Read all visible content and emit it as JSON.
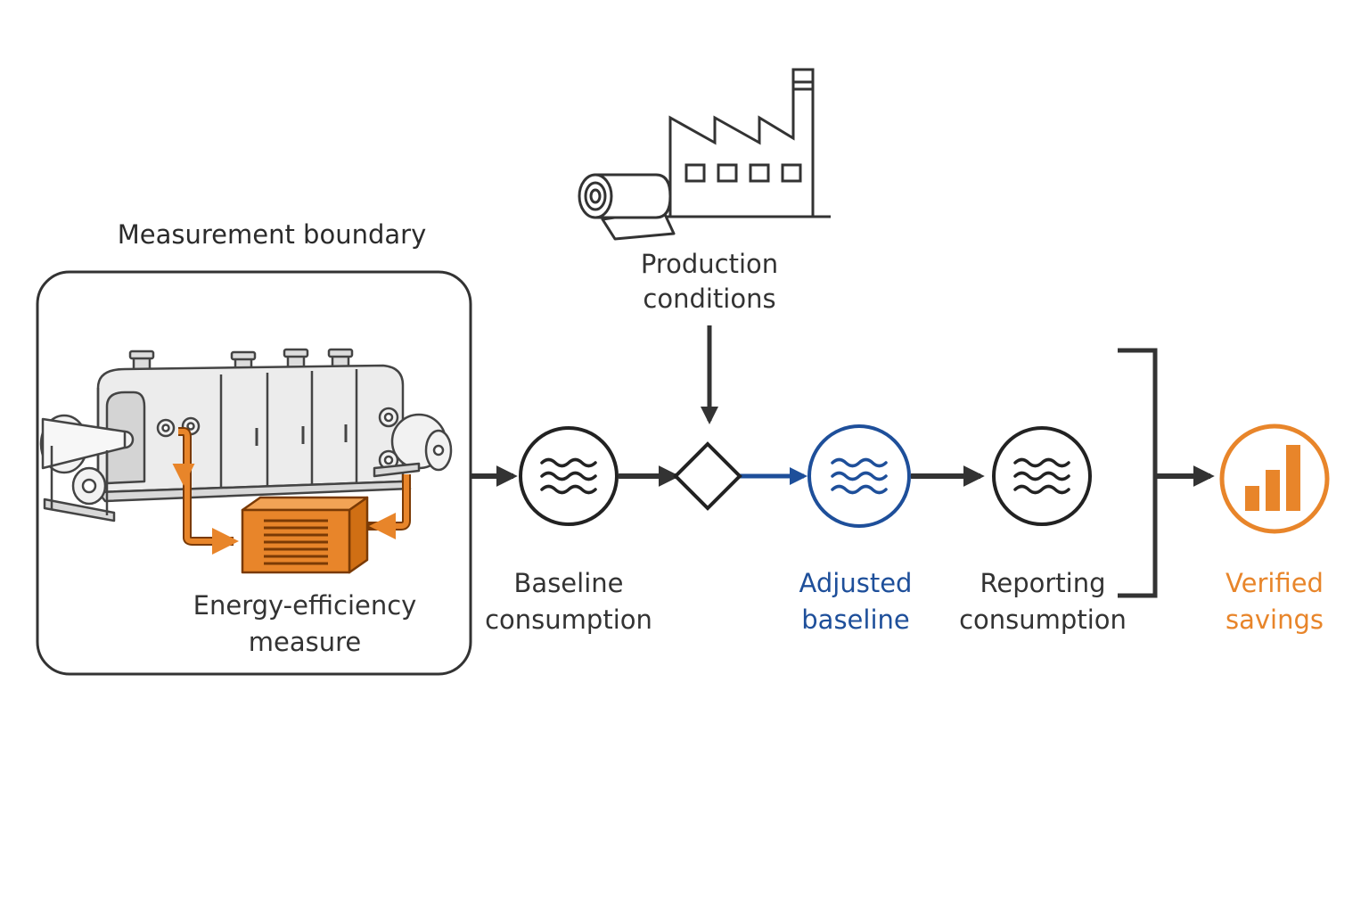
{
  "labels": {
    "measurement_boundary": "Measurement boundary",
    "measure_line1": "Energy-efficiency",
    "measure_line2": "measure",
    "production_line1": "Production",
    "production_line2": "conditions",
    "baseline_line1": "Baseline",
    "baseline_line2": "consumption",
    "adjusted_line1": "Adjusted",
    "adjusted_line2": "baseline",
    "reporting_line1": "Reporting",
    "reporting_line2": "consumption",
    "verified_line1": "Verified",
    "verified_line2": "savings"
  },
  "icons": {
    "machine": "paper-machine-icon",
    "heat_exchanger": "heat-exchanger-icon",
    "factory": "factory-icon",
    "paper_roll": "paper-roll-icon",
    "baseline": "wave-icon",
    "adjustment": "diamond-icon",
    "adjusted": "wave-icon",
    "reporting": "wave-icon",
    "savings": "bar-chart-icon"
  },
  "colors": {
    "outline": "#333333",
    "accent_blue": "#1e4f9a",
    "accent_orange": "#e8852a",
    "machine_fill": "#ececec"
  }
}
